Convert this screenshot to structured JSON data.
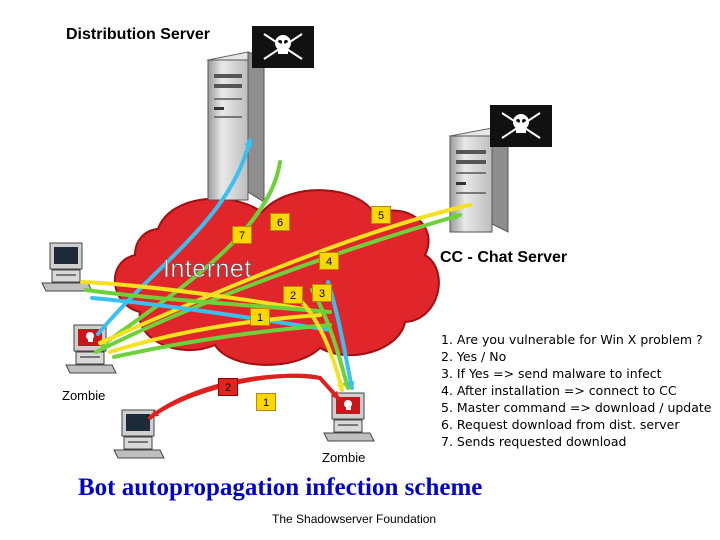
{
  "labels": {
    "distribution_server": "Distribution Server",
    "cc_server": "CC - Chat Server",
    "internet": "Internet",
    "zombie_left": "Zombie",
    "zombie_bottom": "Zombie"
  },
  "steps": [
    "1. Are you vulnerable for Win X problem ?",
    "2. Yes / No",
    "3. If Yes => send malware to infect",
    "4. After installation => connect to CC",
    "5. Master command => download / update",
    "6. Request download from dist. server",
    "7. Sends requested download"
  ],
  "badges": {
    "b1a": "1",
    "b1b": "1",
    "b2a": "2",
    "b2b": "2",
    "b3": "3",
    "b4": "4",
    "b5": "5",
    "b6": "6",
    "b7": "7"
  },
  "title": "Bot autopropagation infection scheme",
  "footer": "The Shadowserver Foundation",
  "colors": {
    "cloud": "#e0262a",
    "title": "#0000cc",
    "arrow_request": "#39c0f0",
    "arrow_green": "#6dd13a",
    "arrow_yellow": "#f5e11e",
    "arrow_red": "#e01f1f"
  },
  "icons": [
    "server-icon",
    "pirate-flag-icon",
    "computer-icon",
    "infected-computer-icon"
  ]
}
